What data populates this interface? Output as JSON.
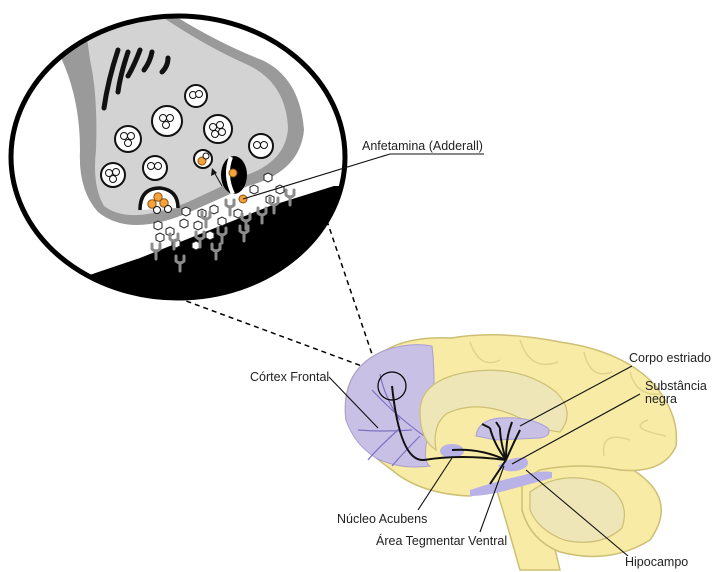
{
  "labels": {
    "drug": "Anfetamina (Adderall)",
    "frontal_cortex": "Córtex Frontal",
    "striatum": "Corpo estriado",
    "substantia_nigra_line1": "Substância",
    "substantia_nigra_line2": "negra",
    "nucleus_accumbens": "Núcleo Acubens",
    "vta": "Área Tegmentar Ventral",
    "hippocampus": "Hipocampo"
  },
  "colors": {
    "brain": "#f7eba6",
    "brain_outline": "#cdbf73",
    "cortex_highlight": "#c9c0e6",
    "limbic": "#b9b2e6",
    "hippocampus": "#efe6b8",
    "neuron_terminal": "#cfcfcf",
    "terminal_outline": "#7f7f7f",
    "postsynaptic": "#000000",
    "receptor": "#8c8c8c",
    "amphetamine": "#f5a23c",
    "pathway": "#111111"
  },
  "icons": {
    "vesicle": "vesicle-icon",
    "transporter": "dopamine-transporter-icon",
    "receptor": "dopamine-receptor-icon",
    "amphetamine": "amphetamine-molecule-icon"
  }
}
